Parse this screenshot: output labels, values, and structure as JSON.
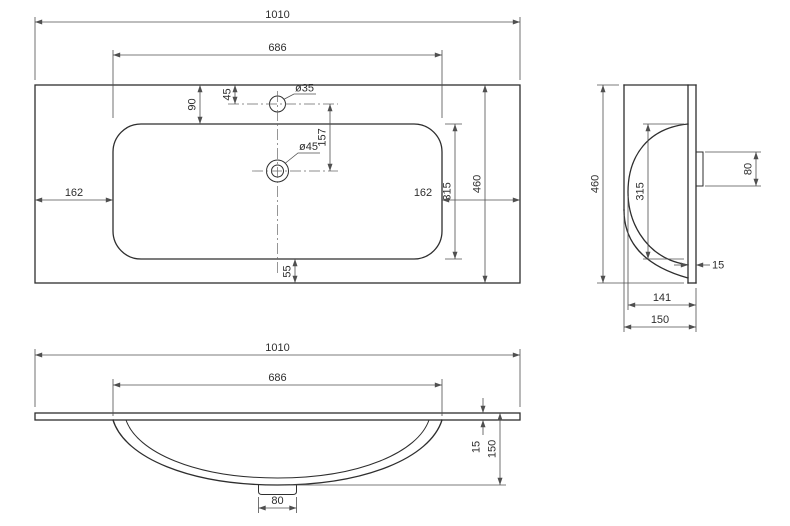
{
  "plan": {
    "total_width": "1010",
    "bowl_width": "686",
    "back_to_bowl": "90",
    "back_to_faucet": "45",
    "faucet_hole": "ø35",
    "drain_hole": "ø45",
    "faucet_to_drain": "157",
    "bowl_depth": "315",
    "total_depth": "460",
    "left_margin": "162",
    "right_margin": "162",
    "bowl_to_front": "55"
  },
  "side": {
    "total_depth": "460",
    "bowl_span": "315",
    "bracket_height": "80",
    "rim_thickness": "15",
    "inner_depth": "141",
    "total_height": "150"
  },
  "front": {
    "total_width": "1010",
    "bowl_width": "686",
    "slab_thickness": "15",
    "total_height": "150",
    "drain_width": "80"
  },
  "style": {
    "background": "#ffffff",
    "object_line_color": "#2e2e2e",
    "dimension_line_color": "#4f4f4f",
    "text_color": "#2e2e2e"
  }
}
